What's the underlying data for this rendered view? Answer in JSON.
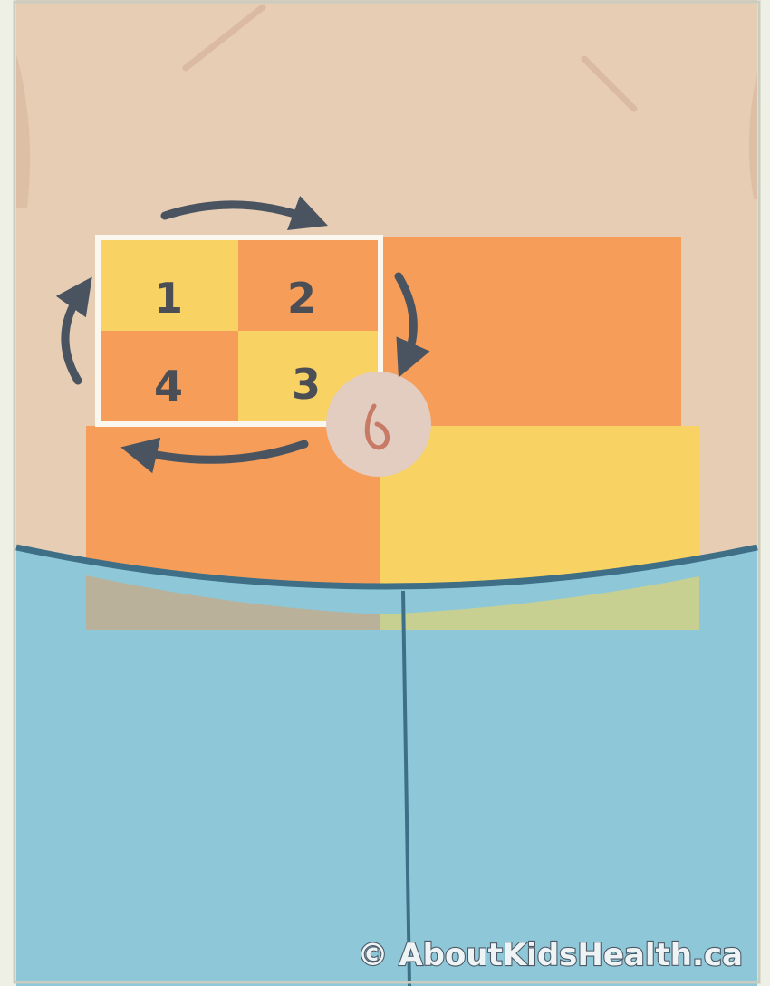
{
  "diagram": {
    "quadrants": [
      {
        "label": "1",
        "color": "#f8d262"
      },
      {
        "label": "2",
        "color": "#f69d59"
      },
      {
        "label": "3",
        "color": "#f8d262"
      },
      {
        "label": "4",
        "color": "#f69d59"
      }
    ],
    "rotation": "clockwise",
    "colors": {
      "skin": "#e7cdb4",
      "orange_zone": "#f69d59",
      "yellow_zone": "#f8d262",
      "pants": "#8ec8d8",
      "outline": "#3e6f86",
      "arrow": "#4a5460"
    }
  },
  "credit": "© AboutKidsHealth.ca"
}
